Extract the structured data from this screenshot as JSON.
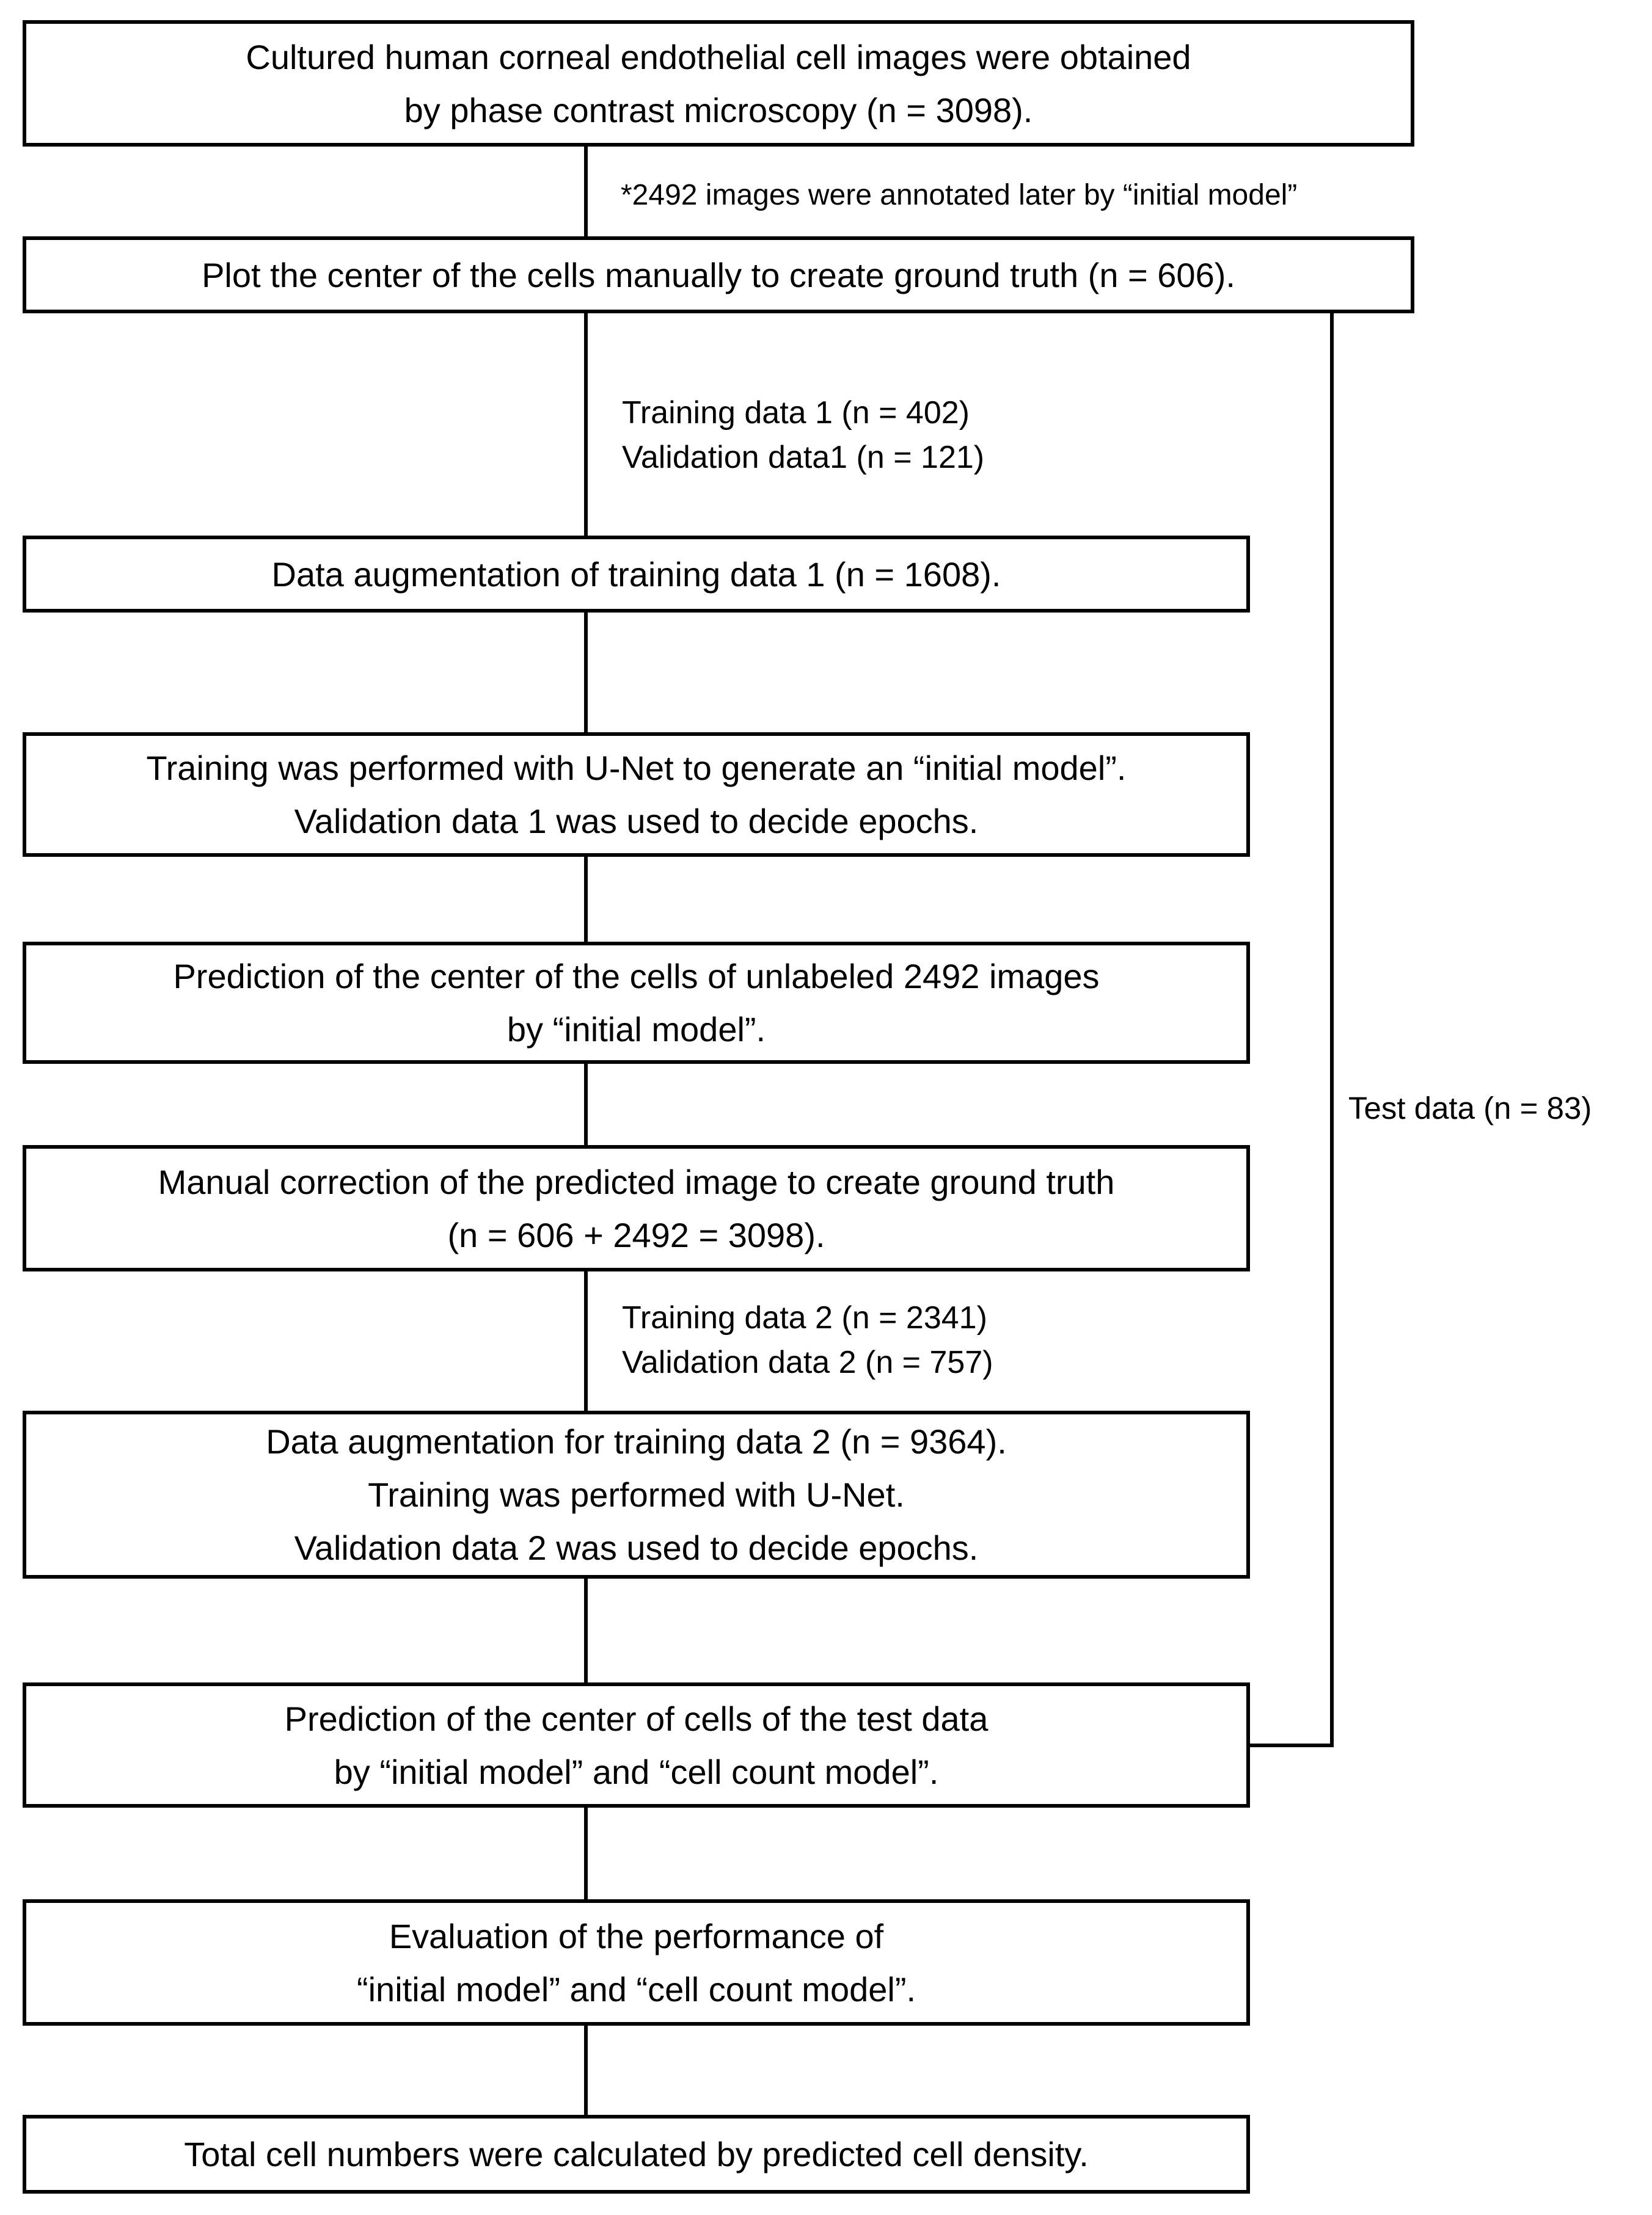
{
  "figure": {
    "background_color": "#ffffff",
    "line_color": "#000000",
    "boxes": [
      {
        "id": "obtain-images",
        "lines": [
          "Cultured human corneal endothelial cell images were obtained",
          "by phase contrast microscopy (n = 3098)."
        ]
      },
      {
        "id": "plot-centers",
        "lines": [
          "Plot the center of the cells manually to create ground truth (n = 606)."
        ]
      },
      {
        "id": "augmentation-1",
        "lines": [
          "Data augmentation of training data 1 (n = 1608)."
        ]
      },
      {
        "id": "train-initial-model",
        "lines": [
          "Training was performed with U-Net to generate an “initial model”.",
          "Validation data 1 was used to decide epochs."
        ]
      },
      {
        "id": "predict-unlabeled",
        "lines": [
          "Prediction of the center of the cells of unlabeled 2492 images",
          "by “initial model”."
        ]
      },
      {
        "id": "manual-correction",
        "lines": [
          "Manual correction of the predicted image to create ground truth",
          "(n = 606 + 2492 = 3098)."
        ]
      },
      {
        "id": "augmentation-2",
        "lines": [
          "Data augmentation for training data 2 (n = 9364).",
          "Training was performed with U-Net.",
          "Validation data 2 was used to decide epochs."
        ]
      },
      {
        "id": "predict-test",
        "lines": [
          "Prediction of the center of cells of the test data",
          "by “initial model” and “cell count model”."
        ]
      },
      {
        "id": "evaluation",
        "lines": [
          "Evaluation of the performance of",
          "“initial model” and “cell count model”."
        ]
      },
      {
        "id": "total-cell-numbers",
        "lines": [
          "Total cell numbers were calculated by predicted cell density."
        ]
      }
    ],
    "annotations": {
      "annotated_later_note": "*2492 images were annotated later by “initial model”",
      "training1_line1": "Training data 1 (n = 402)",
      "training1_line2": "Validation data1 (n = 121)",
      "training2_line1": "Training data 2 (n = 2341)",
      "training2_line2": "Validation data 2 (n = 757)",
      "test_data": "Test data (n = 83)"
    }
  }
}
